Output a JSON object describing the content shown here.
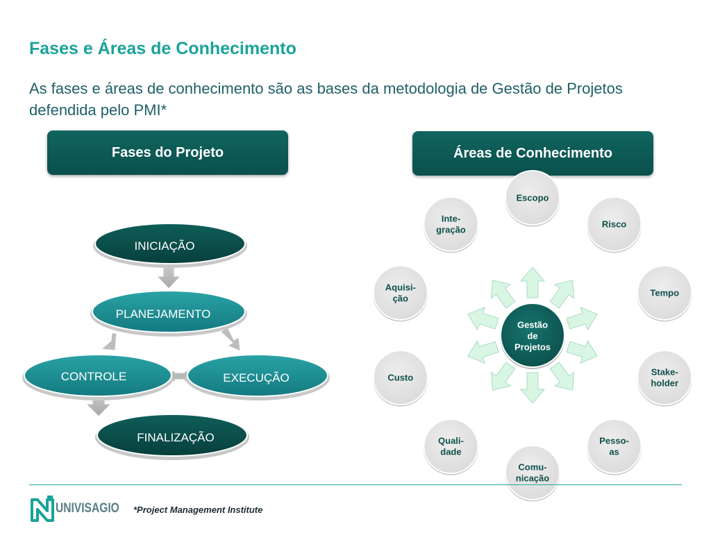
{
  "slide": {
    "title": "Fases e Áreas de Conhecimento",
    "subtitle": "As fases e áreas de conhecimento são as bases da metodologia de Gestão de Projetos defendida pelo PMI*"
  },
  "headers": {
    "phases": "Fases do Projeto",
    "areas": "Áreas de Conhecimento"
  },
  "phases": {
    "iniciacao": "INICIAÇÃO",
    "planejamento": "PLANEJAMENTO",
    "controle": "CONTROLE",
    "execucao": "EXECUÇÃO",
    "finalizacao": "FINALIZAÇÃO"
  },
  "areas": {
    "center": [
      "Gestão",
      "de",
      "Projetos"
    ],
    "escopo": [
      "Escopo"
    ],
    "risco": [
      "Risco"
    ],
    "tempo": [
      "Tempo"
    ],
    "stakeholder": [
      "Stake-",
      "holder"
    ],
    "pessoas": [
      "Pesso-",
      "as"
    ],
    "comunicacao": [
      "Comu-",
      "nicação"
    ],
    "qualidade": [
      "Quali-",
      "dade"
    ],
    "custo": [
      "Custo"
    ],
    "aquisicao": [
      "Aquisi-",
      "ção"
    ],
    "integracao": [
      "Inte-",
      "gração"
    ]
  },
  "colors": {
    "teal_dark": "#0b4f4b",
    "teal_mid": "#1a8e92",
    "title": "#1aa39a",
    "arrow_green": "#d9f5e4",
    "circle_grey": "#e4e4e4"
  },
  "footer": {
    "brand": "UNIVISAGIO",
    "footnote": "*Project Management Institute"
  }
}
